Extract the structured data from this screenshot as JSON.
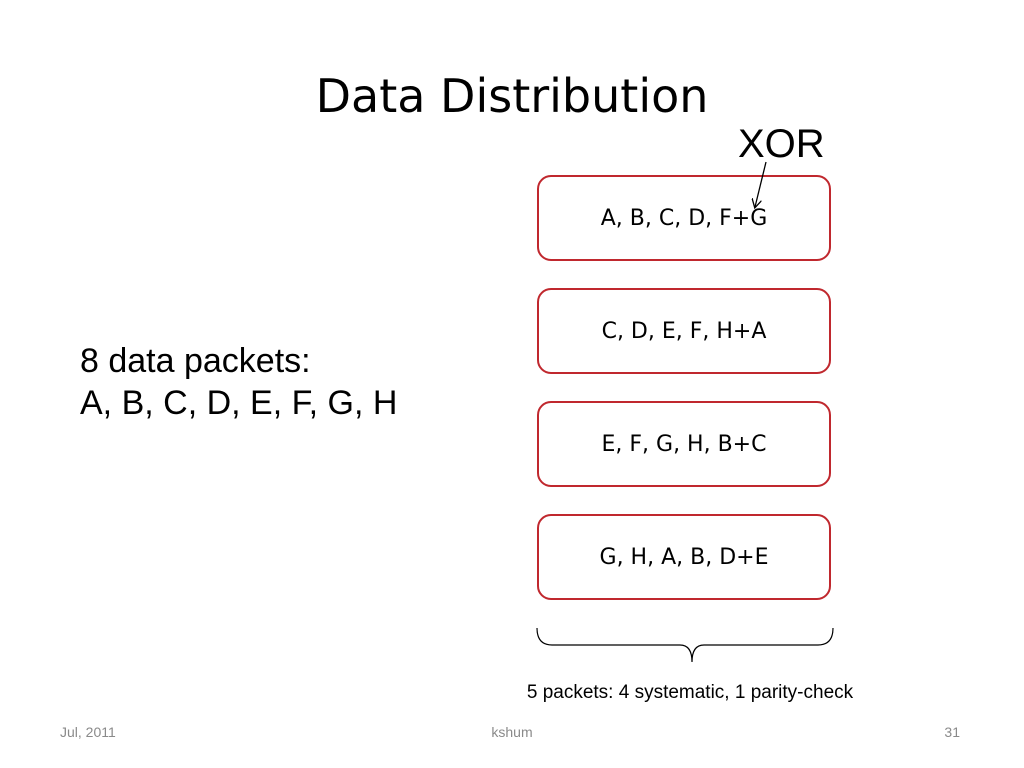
{
  "slide": {
    "title": "Data Distribution",
    "xor_label": "XOR",
    "packets_line1": "8 data packets:",
    "packets_line2": "A, B, C, D, E, F, G, H",
    "boxes": [
      "A, B, C, D, F+G",
      "C, D, E, F, H+A",
      "E, F, G, H, B+C",
      "G, H, A, B, D+E"
    ],
    "caption": "5 packets: 4 systematic, 1 parity-check",
    "box_border_color": "#c0282e"
  },
  "footer": {
    "date": "Jul, 2011",
    "author": "kshum",
    "page": "31"
  }
}
